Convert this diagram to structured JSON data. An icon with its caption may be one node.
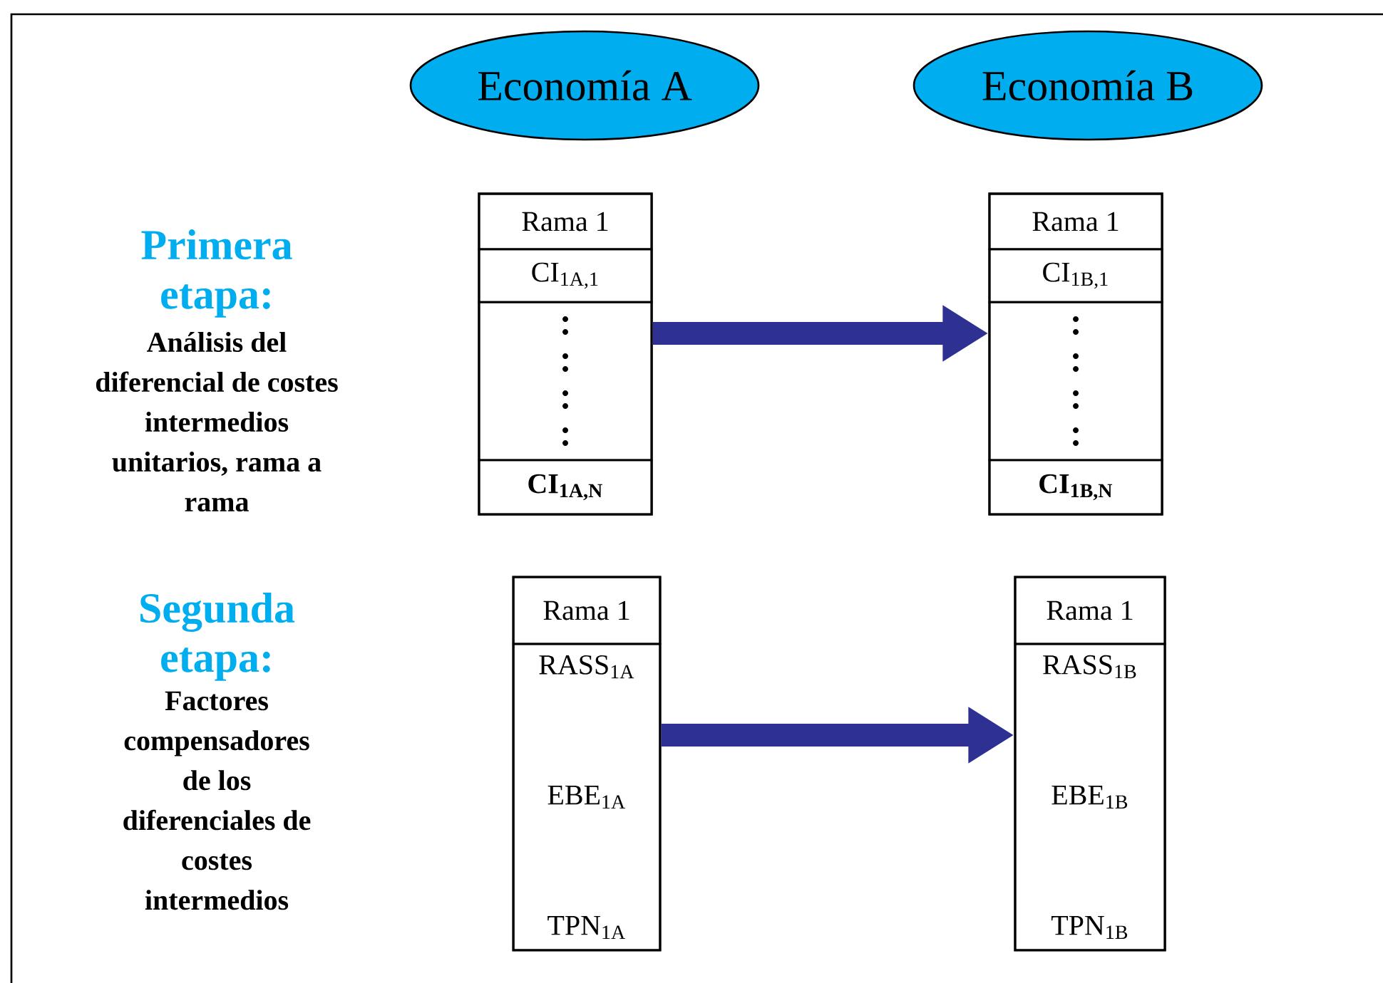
{
  "diagram": {
    "nodes": [
      {
        "text": [
          "Economía A"
        ]
      },
      {
        "text": [
          "Economía B"
        ]
      },
      {
        "text": [],
        "shape": "box"
      },
      {
        "text": [
          "Rama 1"
        ],
        "in": 2
      },
      {
        "text": [
          "CI$_{1A,1}$"
        ],
        "in": 2
      },
      {
        "text": [],
        "shape": "box",
        "in": 2
      },
      {
        "text": [
          "CI$_{1A,N}$"
        ],
        "in": 2
      },
      {
        "text": [],
        "shape": "box"
      },
      {
        "text": [
          "Rama 1"
        ],
        "in": 7
      },
      {
        "text": [
          "CI$_{1B,1}$"
        ],
        "in": 7
      },
      {
        "text": [],
        "shape": "box",
        "in": 7
      },
      {
        "text": [
          "CI$_{1B,N}$"
        ],
        "in": 7
      },
      {
        "text": [],
        "shape": "box"
      },
      {
        "text": [
          "Rama 1"
        ],
        "in": 12
      },
      {
        "text": [
          "RASS$_{1A}$",
          "EBE$_{1A}$",
          "TPN$_{1A}$"
        ],
        "in": 12
      },
      {
        "text": [],
        "shape": "box"
      },
      {
        "text": [
          "Rama 1"
        ],
        "in": 15
      },
      {
        "text": [
          "RASS$_{1B}$",
          "EBE$_{1B}$",
          "TPN$_{1B}$"
        ],
        "in": 15
      }
    ],
    "edges": [
      {
        "from": 2,
        "to": 7,
        "arrow": "to"
      },
      {
        "from": 12,
        "to": 15,
        "arrow": "to"
      }
    ],
    "labels": [
      "Primera etapa:",
      "Análisis del diferencial de costes intermedios unitarios, rama a rama",
      "Segunda etapa:",
      "Factores compensadores de los diferenciales de costes intermedios"
    ]
  }
}
